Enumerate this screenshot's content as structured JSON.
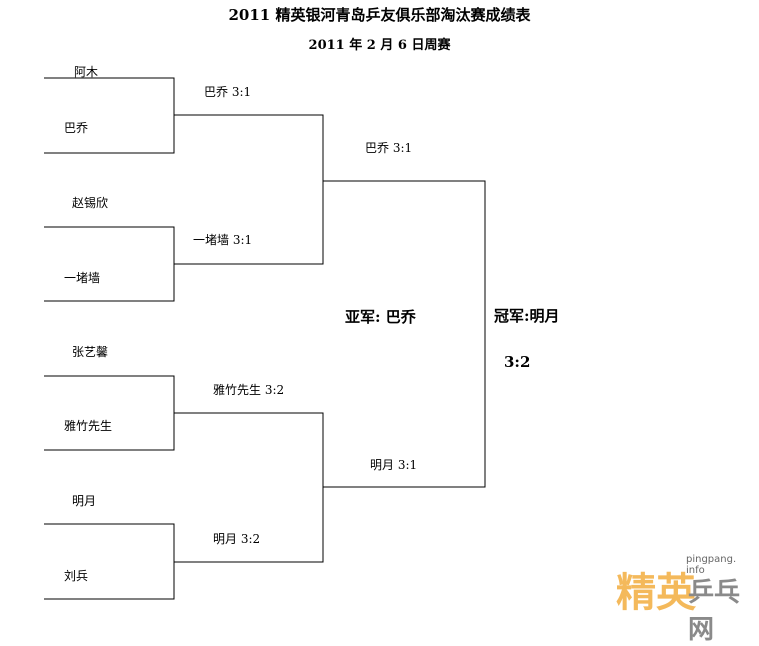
{
  "header": {
    "title": "2011 精英银河青岛乒友俱乐部淘汰赛成绩表",
    "subtitle": "2011 年 2 月 6 日周赛"
  },
  "players": [
    "阿木",
    "巴乔",
    "赵锡欣",
    "一堵墙",
    "张艺馨",
    "雅竹先生",
    "明月",
    "刘兵"
  ],
  "round1": [
    "巴乔 3:1",
    "一堵墙 3:1",
    "雅竹先生 3:2",
    "明月 3:2"
  ],
  "round2": [
    "巴乔 3:1",
    "明月 3:1"
  ],
  "final": {
    "runner_up": "亚军:  巴乔",
    "champion": "冠军:明月",
    "score": "3:2"
  },
  "watermark": {
    "url": "pingpang. info",
    "logo": "精英",
    "site": "乒乓网"
  }
}
